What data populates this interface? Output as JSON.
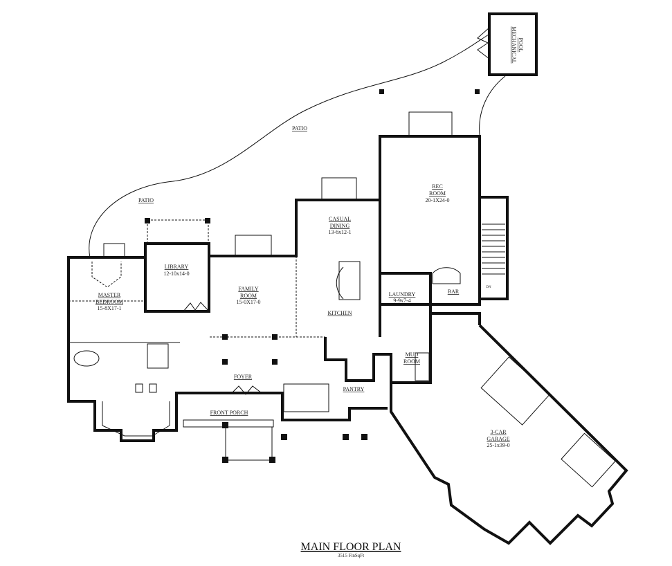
{
  "plan": {
    "title": "MAIN FLOOR PLAN",
    "subtitle": "3515 FinSqFt",
    "rooms": {
      "patio_upper": {
        "name": "PATIO"
      },
      "patio_lower": {
        "name": "PATIO"
      },
      "pool_mechanical": {
        "name_line1": "POOL",
        "name_line2": "MECHANICAL"
      },
      "rec_room": {
        "name_line1": "REC",
        "name_line2": "ROOM",
        "size": "20-1X24-0"
      },
      "casual_dining": {
        "name_line1": "CASUAL",
        "name_line2": "DINING",
        "size": "13-6x12-1"
      },
      "library": {
        "name": "LIBRARY",
        "size": "12-10x14-0"
      },
      "master_bedroom": {
        "name_line1": "MASTER",
        "name_line2": "BEDROOM",
        "size": "15-8X17-1"
      },
      "family_room": {
        "name_line1": "FAMILY",
        "name_line2": "ROOM",
        "size": "15-0X17-0"
      },
      "kitchen": {
        "name": "KITCHEN"
      },
      "laundry": {
        "name": "LAUNDRY",
        "size": "9-9x7-4"
      },
      "bar": {
        "name": "BAR"
      },
      "mud_room": {
        "name_line1": "MUD",
        "name_line2": "ROOM"
      },
      "foyer": {
        "name": "FOYER"
      },
      "pantry": {
        "name": "PANTRY"
      },
      "front_porch": {
        "name": "FRONT PORCH"
      },
      "garage": {
        "name_line1": "3-CAR",
        "name_line2": "GARAGE",
        "size": "25-1x39-0"
      }
    },
    "stair_label": "DN",
    "line_color": "#111111",
    "background": "#ffffff"
  }
}
